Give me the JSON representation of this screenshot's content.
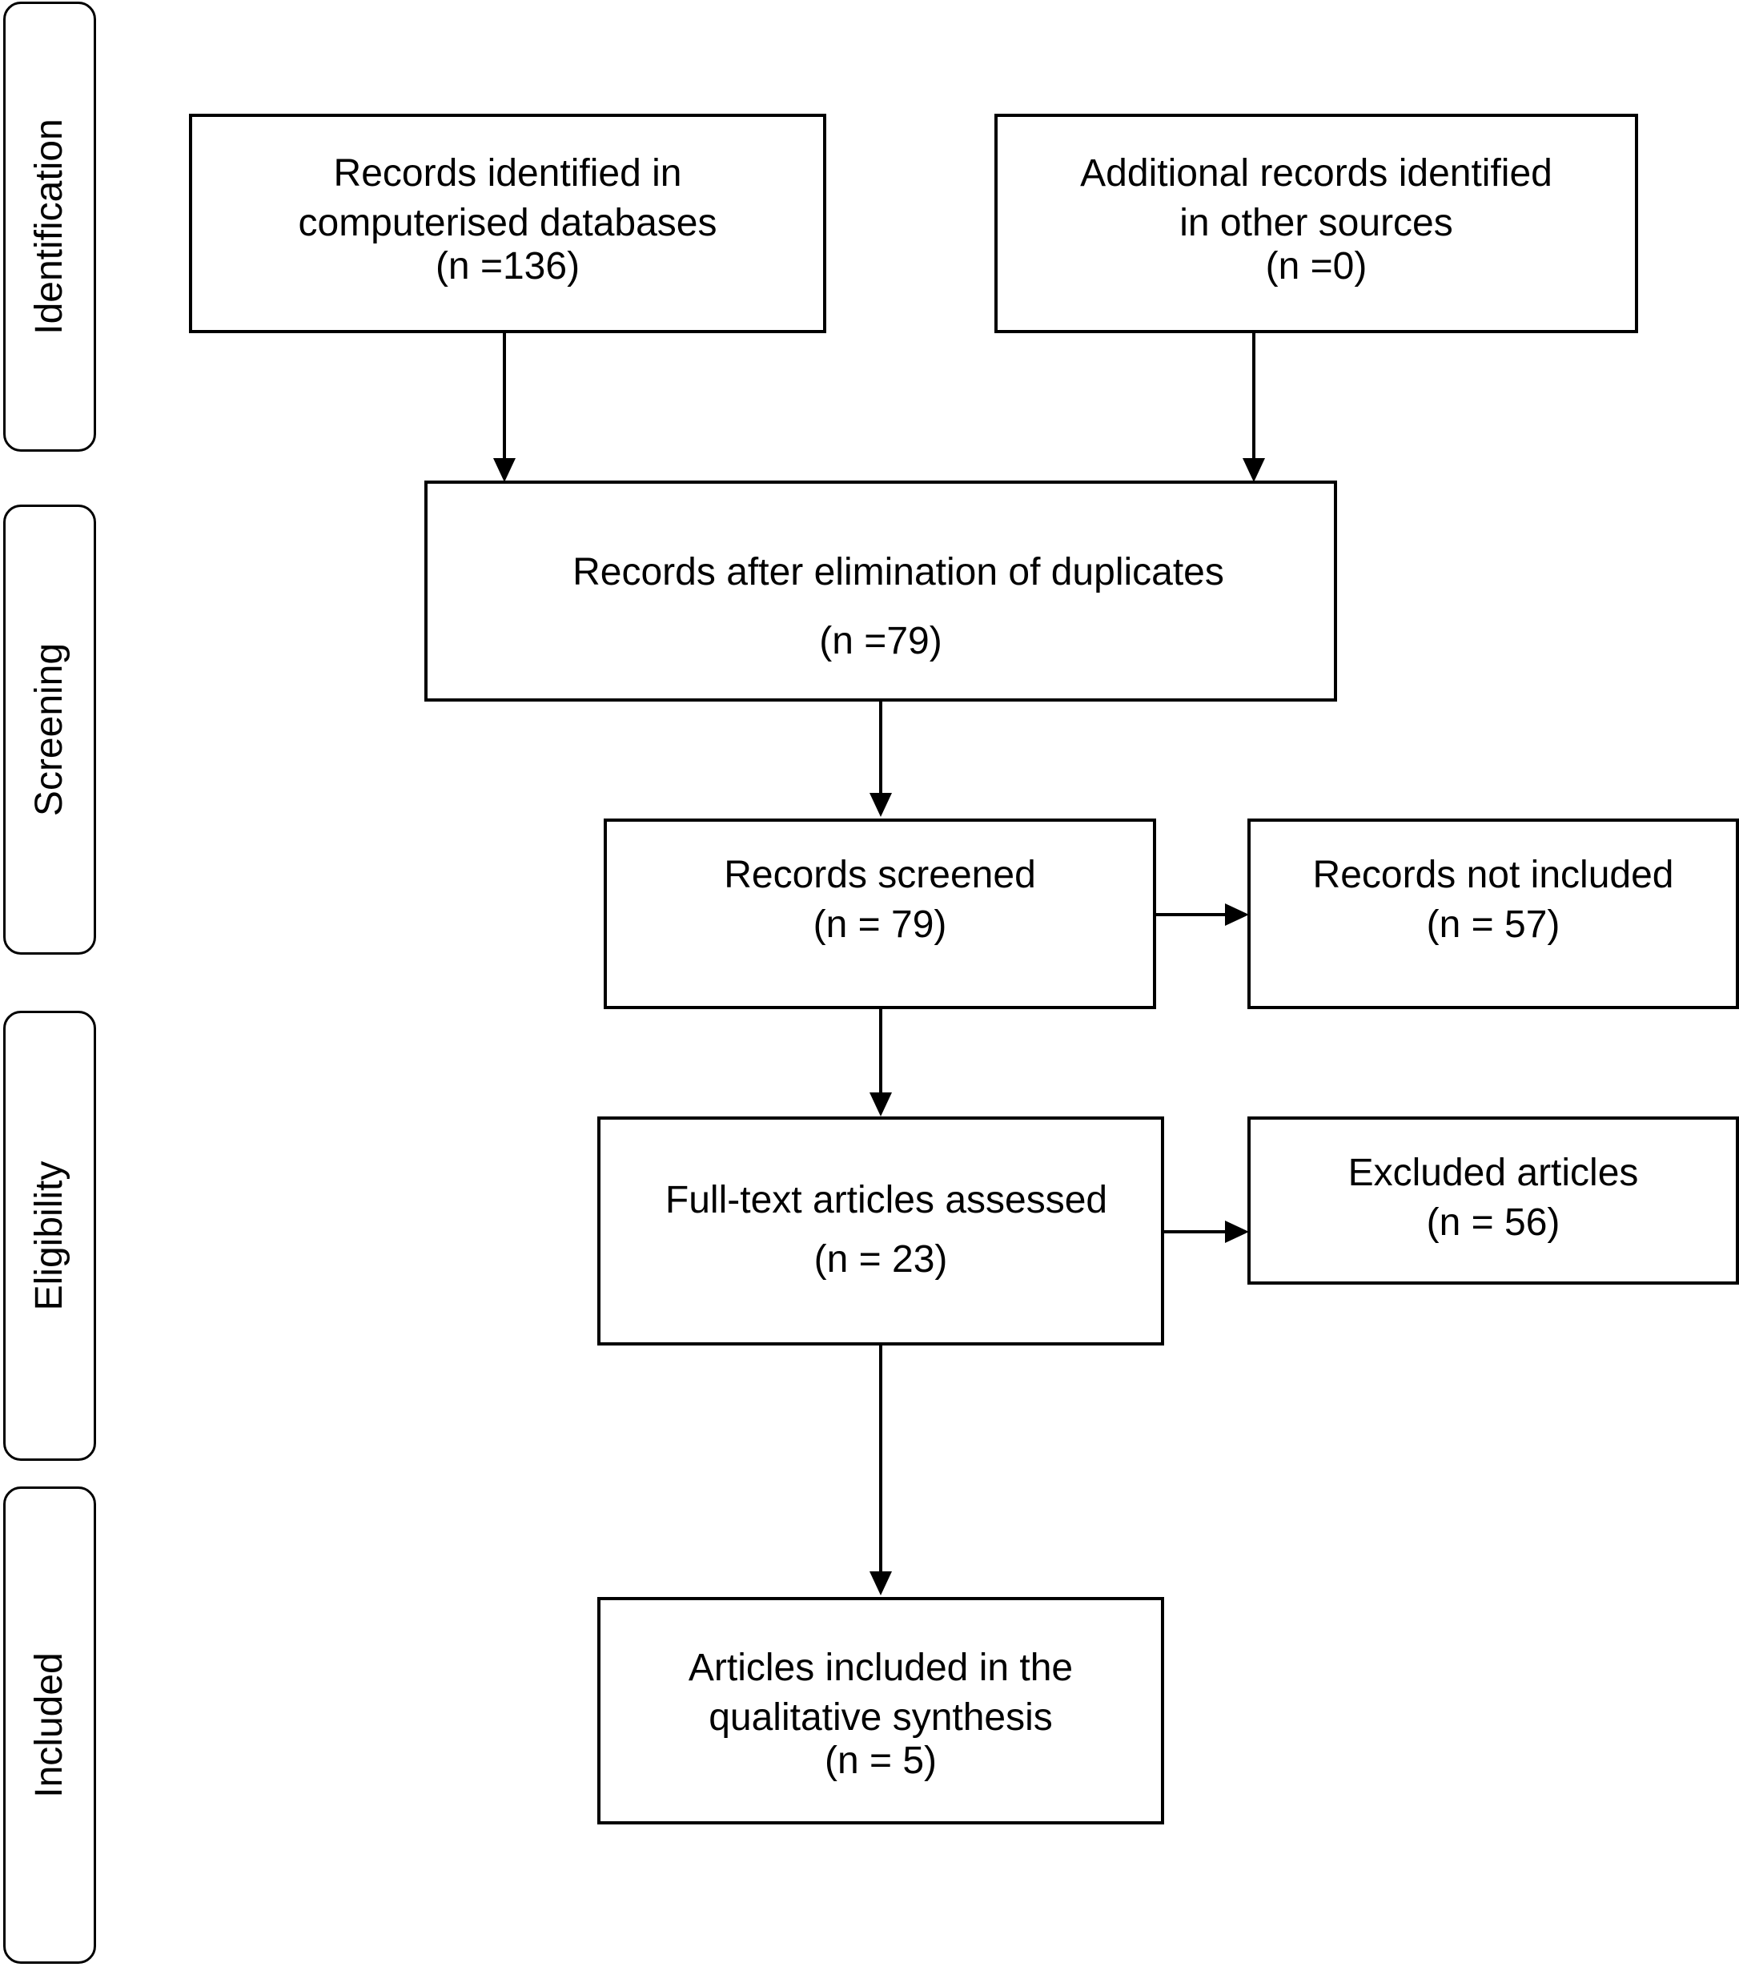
{
  "phases": {
    "identification": "Identification",
    "screening": "Screening",
    "eligibility": "Eligibility",
    "included": "Included"
  },
  "boxes": {
    "databases": {
      "line1": "Records identified in",
      "line2": "computerised databases",
      "count": "(n =136)"
    },
    "other_sources": {
      "line1": "Additional records identified",
      "line2": "in other sources",
      "count": "(n =0)"
    },
    "after_duplicates": {
      "line1": "Records after elimination of duplicates",
      "count": "(n =79)"
    },
    "screened": {
      "line1": "Records screened",
      "count": "(n = 79)"
    },
    "not_included": {
      "line1": "Records not included",
      "count": "(n = 57)"
    },
    "full_text": {
      "line1": "Full-text articles assessed",
      "count": "(n = 23)"
    },
    "excluded": {
      "line1": "Excluded articles",
      "count": "(n = 56)"
    },
    "included_articles": {
      "line1": "Articles included in the",
      "line2": "qualitative synthesis",
      "count": "(n = 5)"
    }
  }
}
